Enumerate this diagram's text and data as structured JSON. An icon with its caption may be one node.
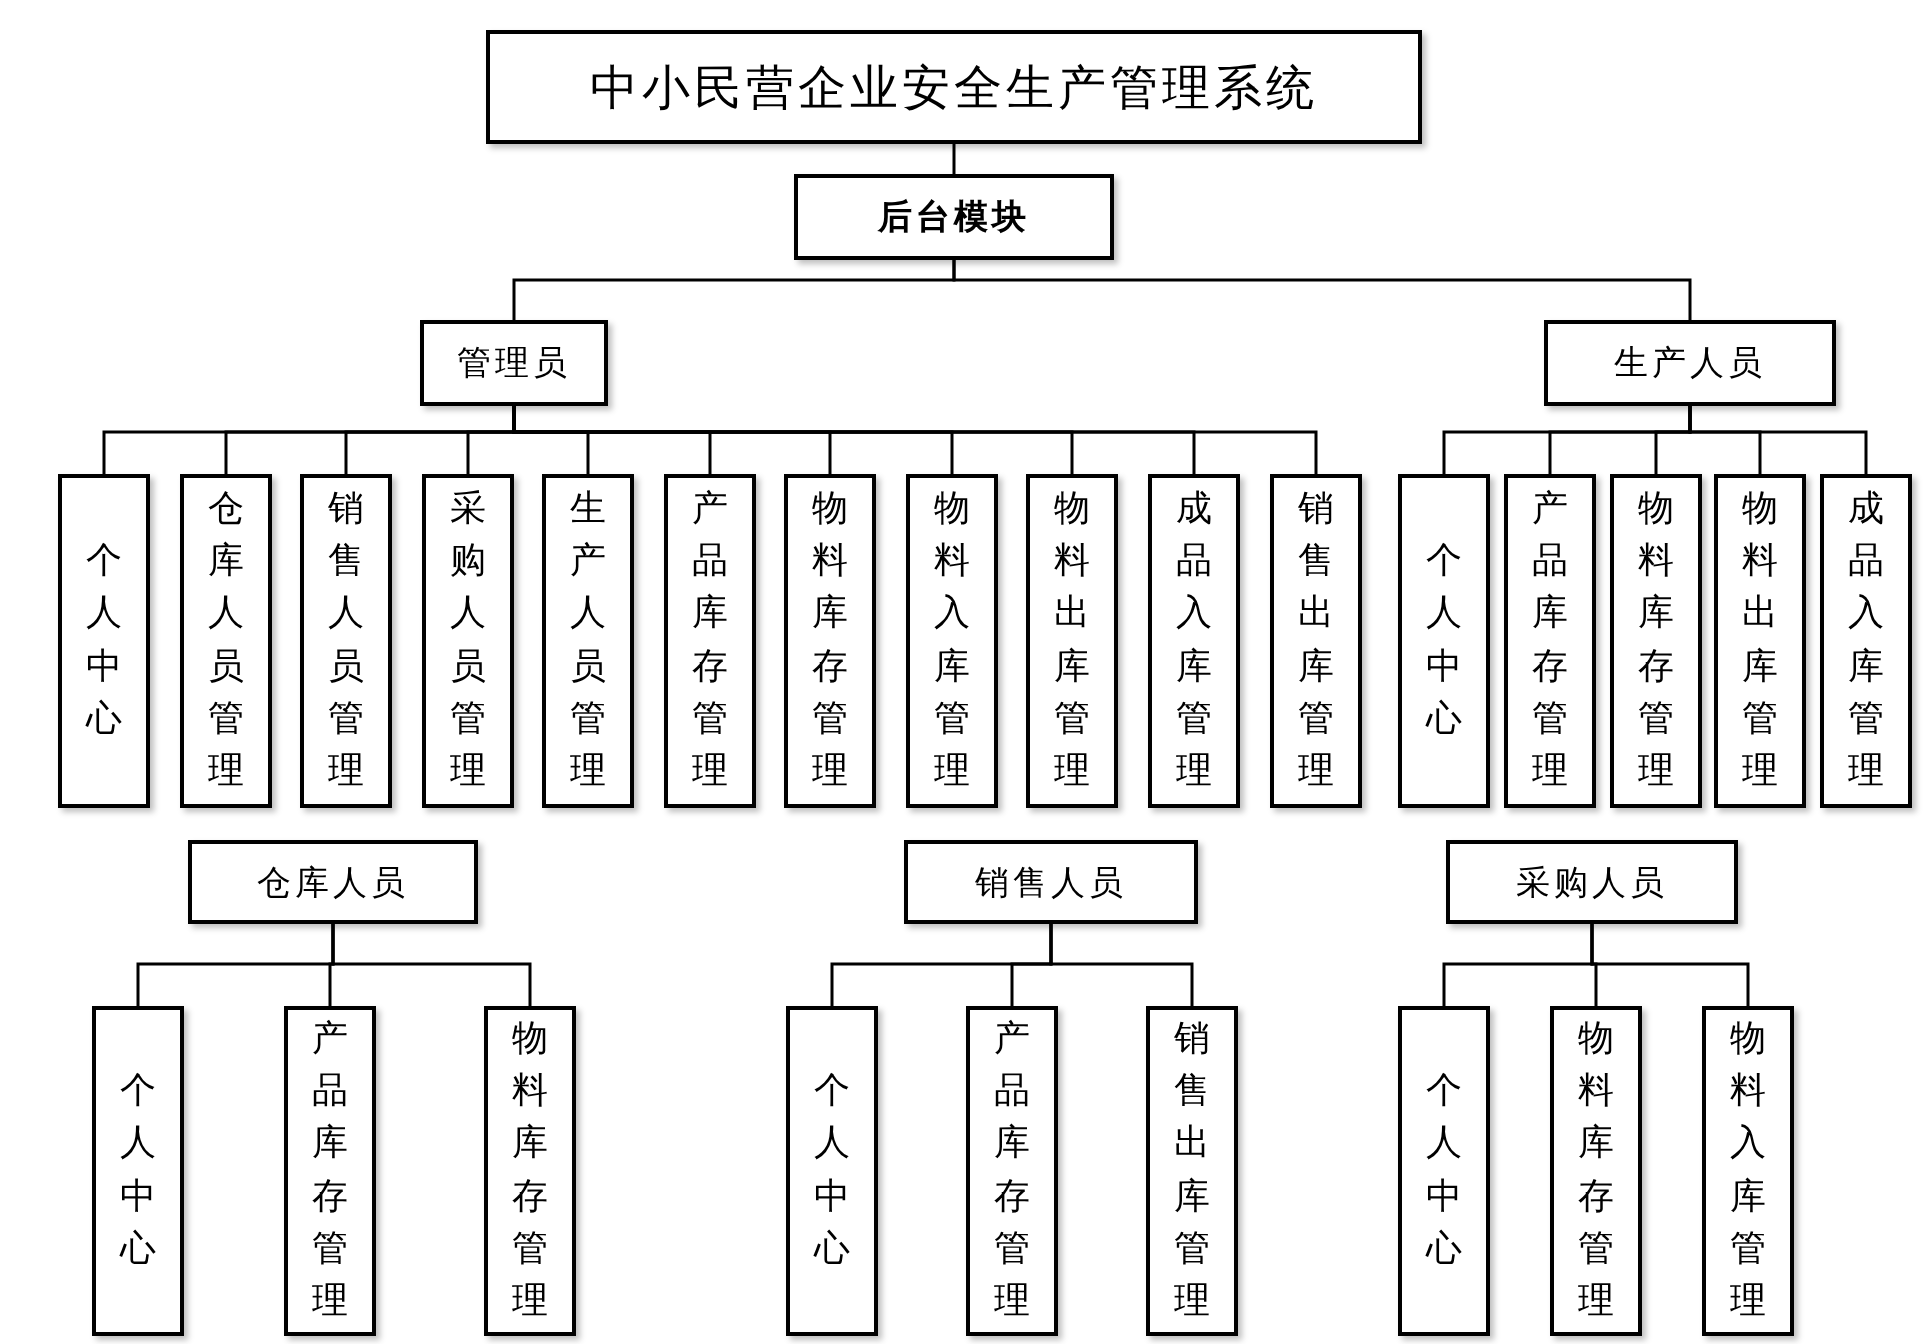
{
  "diagram": {
    "nodes": [
      {
        "text": [
          "中小民营企业安全生产管理系统"
        ]
      },
      {
        "text": [
          "后台模块"
        ]
      },
      {
        "text": [
          "管理员"
        ]
      },
      {
        "text": [
          "生产人员"
        ]
      },
      {
        "text": [
          "个人中心"
        ]
      },
      {
        "text": [
          "仓库人员管理"
        ]
      },
      {
        "text": [
          "销售人员管理"
        ]
      },
      {
        "text": [
          "采购人员管理"
        ]
      },
      {
        "text": [
          "生产人员管理"
        ]
      },
      {
        "text": [
          "产品库存管理"
        ]
      },
      {
        "text": [
          "物料库存管理"
        ]
      },
      {
        "text": [
          "物料入库管理"
        ]
      },
      {
        "text": [
          "物料出库管理"
        ]
      },
      {
        "text": [
          "成品入库管理"
        ]
      },
      {
        "text": [
          "销售出库管理"
        ]
      },
      {
        "text": [
          "个人中心"
        ]
      },
      {
        "text": [
          "产品库存管理"
        ]
      },
      {
        "text": [
          "物料库存管理"
        ]
      },
      {
        "text": [
          "物料出库管理"
        ]
      },
      {
        "text": [
          "成品入库管理"
        ]
      },
      {
        "text": [
          "仓库人员"
        ]
      },
      {
        "text": [
          "个人中心"
        ]
      },
      {
        "text": [
          "产品库存管理"
        ]
      },
      {
        "text": [
          "物料库存管理"
        ]
      },
      {
        "text": [
          "销售人员"
        ]
      },
      {
        "text": [
          "个人中心"
        ]
      },
      {
        "text": [
          "产品库存管理"
        ]
      },
      {
        "text": [
          "销售出库管理"
        ]
      },
      {
        "text": [
          "采购人员"
        ]
      },
      {
        "text": [
          "个人中心"
        ]
      },
      {
        "text": [
          "物料库存管理"
        ]
      },
      {
        "text": [
          "物料入库管理"
        ]
      }
    ],
    "edges": [
      {
        "from": 0,
        "to": 1,
        "arrow": "none"
      },
      {
        "from": 1,
        "to": 2,
        "arrow": "none"
      },
      {
        "from": 1,
        "to": 3,
        "arrow": "none"
      },
      {
        "from": 2,
        "to": 4,
        "arrow": "none"
      },
      {
        "from": 2,
        "to": 5,
        "arrow": "none"
      },
      {
        "from": 2,
        "to": 6,
        "arrow": "none"
      },
      {
        "from": 2,
        "to": 7,
        "arrow": "none"
      },
      {
        "from": 2,
        "to": 8,
        "arrow": "none"
      },
      {
        "from": 2,
        "to": 9,
        "arrow": "none"
      },
      {
        "from": 2,
        "to": 10,
        "arrow": "none"
      },
      {
        "from": 2,
        "to": 11,
        "arrow": "none"
      },
      {
        "from": 2,
        "to": 12,
        "arrow": "none"
      },
      {
        "from": 2,
        "to": 13,
        "arrow": "none"
      },
      {
        "from": 2,
        "to": 14,
        "arrow": "none"
      },
      {
        "from": 3,
        "to": 15,
        "arrow": "none"
      },
      {
        "from": 3,
        "to": 16,
        "arrow": "none"
      },
      {
        "from": 3,
        "to": 17,
        "arrow": "none"
      },
      {
        "from": 3,
        "to": 18,
        "arrow": "none"
      },
      {
        "from": 3,
        "to": 19,
        "arrow": "none"
      },
      {
        "from": 20,
        "to": 21,
        "arrow": "none"
      },
      {
        "from": 20,
        "to": 22,
        "arrow": "none"
      },
      {
        "from": 20,
        "to": 23,
        "arrow": "none"
      },
      {
        "from": 24,
        "to": 25,
        "arrow": "none"
      },
      {
        "from": 24,
        "to": 26,
        "arrow": "none"
      },
      {
        "from": 24,
        "to": 27,
        "arrow": "none"
      },
      {
        "from": 28,
        "to": 29,
        "arrow": "none"
      },
      {
        "from": 28,
        "to": 30,
        "arrow": "none"
      },
      {
        "from": 28,
        "to": 31,
        "arrow": "none"
      }
    ]
  }
}
